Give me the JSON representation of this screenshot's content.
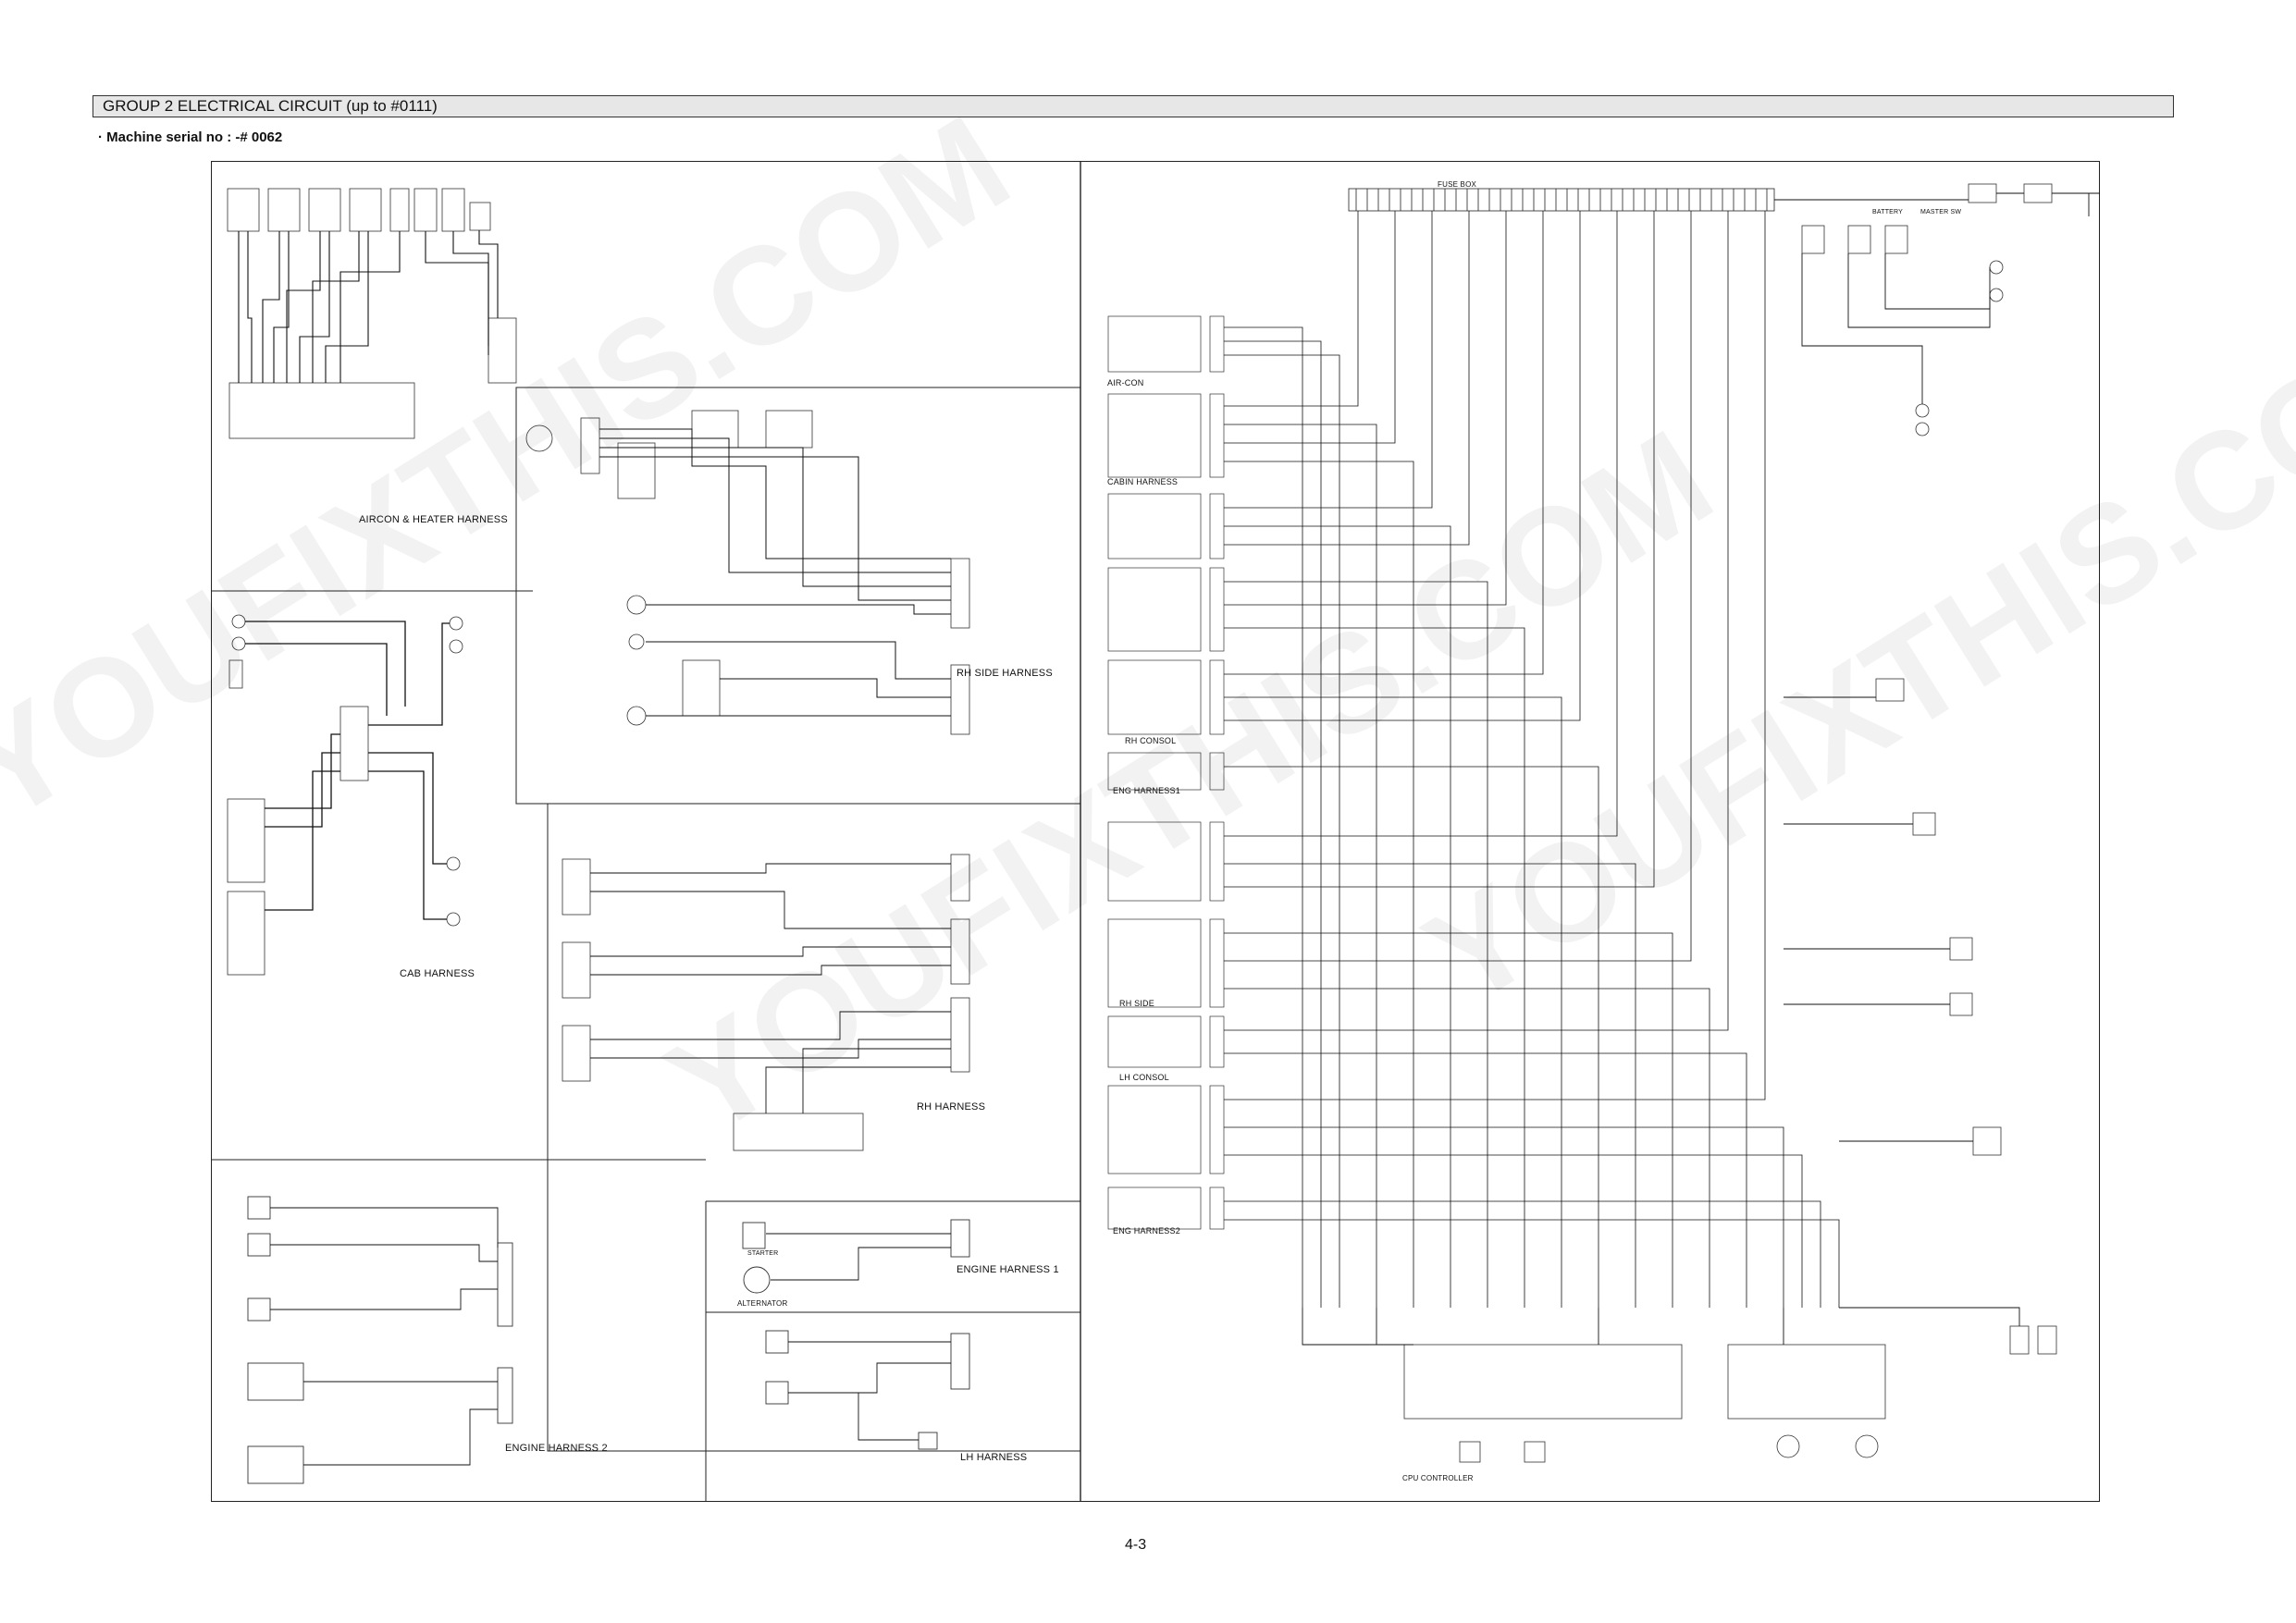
{
  "header": {
    "group_title": "GROUP  2  ELECTRICAL CIRCUIT (up to #0111)"
  },
  "subheader": {
    "serial": "·  Machine serial no : -# 0062"
  },
  "harness_labels": {
    "aircon_heater": "AIRCON & HEATER HARNESS",
    "rh_side": "RH SIDE HARNESS",
    "cab": "CAB HARNESS",
    "rh": "RH HARNESS",
    "engine_1": "ENGINE HARNESS 1",
    "engine_2": "ENGINE HARNESS 2",
    "lh": "LH HARNESS"
  },
  "connector_labels": {
    "air_con": "AIR-CON",
    "cabin_harness": "CABIN HARNESS",
    "rh_consol": "RH CONSOL",
    "eng_harness1": "ENG HARNESS1",
    "rh_side": "RH SIDE",
    "lh_consol": "LH CONSOL",
    "eng_harness2": "ENG HARNESS2",
    "fuse_box": "FUSE BOX",
    "cpu_controller": "CPU CONTROLLER",
    "alternator": "ALTERNATOR",
    "battery": "BATTERY",
    "master_sw": "MASTER SW",
    "starter": "STARTER"
  },
  "watermark": "YOUFIXTHIS.COM",
  "page_number": "4-3"
}
